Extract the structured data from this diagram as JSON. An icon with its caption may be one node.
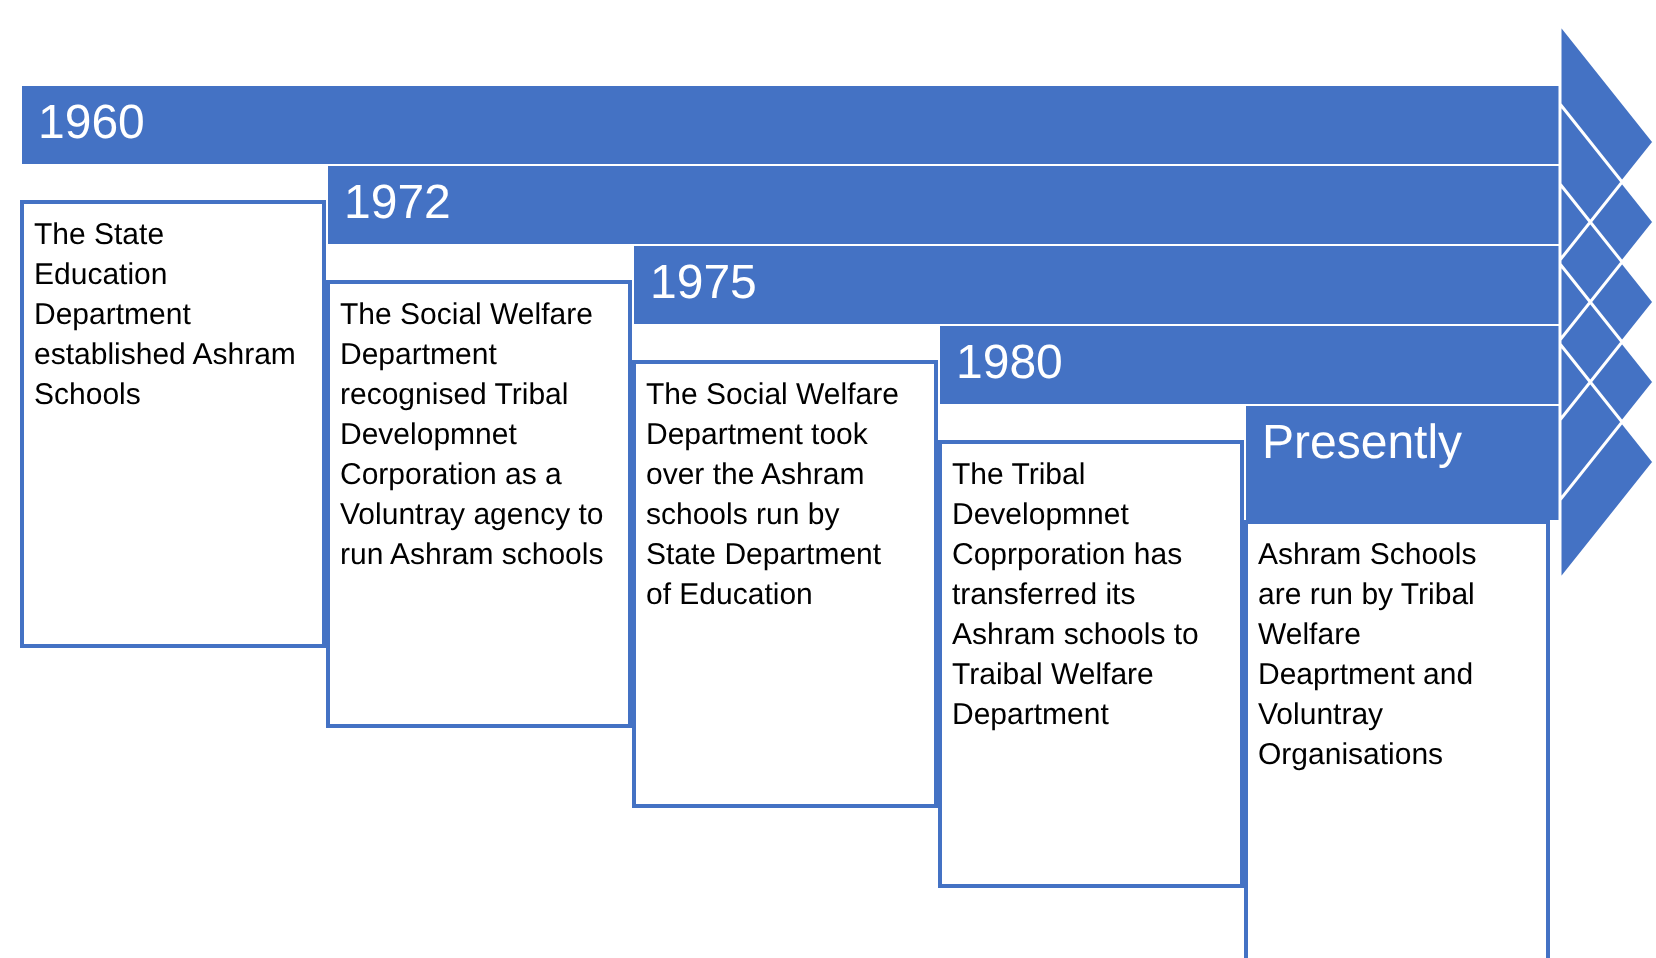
{
  "diagram": {
    "nodes": [
      {
        "text": [
          "1960"
        ]
      },
      {
        "text": [
          "The State Education Department established Ashram Schools"
        ]
      },
      {
        "text": [
          "1972"
        ]
      },
      {
        "text": [
          "The Social Welfare Department recognised Tribal Developmnet Corporation as a Voluntray agency to run Ashram schools"
        ]
      },
      {
        "text": [
          "1975"
        ]
      },
      {
        "text": [
          "The Social Welfare Department took over the Ashram schools run by State Department of Education"
        ]
      },
      {
        "text": [
          "1980"
        ]
      },
      {
        "text": [
          "The Tribal Developmnet Coprporation has transferred its Ashram schools to Traibal Welfare Department"
        ]
      },
      {
        "text": [
          "Presently"
        ]
      },
      {
        "text": [
          "Ashram Schools are run by Tribal Welfare Deaprtment and Voluntray Organisations"
        ]
      }
    ]
  }
}
